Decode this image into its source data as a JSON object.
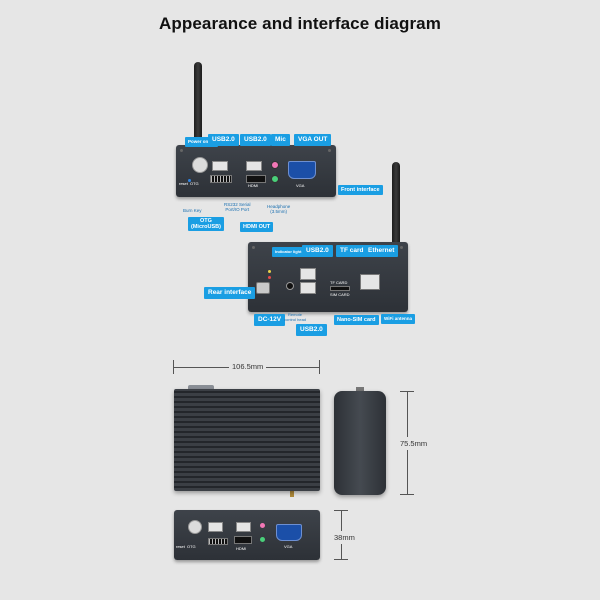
{
  "title": "Appearance and interface diagram",
  "front": {
    "tags": {
      "power_on_off": "Power on/off",
      "usb2_a": "USB2.0",
      "usb2_b": "USB2.0",
      "mic": "Mic",
      "vga_out": "VGA OUT",
      "front_interface": "Front interface",
      "otg": "OTG\n(MicroUSB)",
      "hdmi_out": "HDMI OUT"
    },
    "captions": {
      "burn_key": "Burn Key",
      "rs232": "RS232 Serial\nPort/IO Port",
      "headphone": "Headphone\n(3.5mm)",
      "vga": "VGA",
      "hdmi": "HDMI",
      "otg": "OTG",
      "reset": "reset"
    }
  },
  "rear": {
    "tags": {
      "usb2_top": "USB2.0",
      "tf_card": "TF card",
      "ethernet": "Ethernet",
      "rear_interface": "Rear interface",
      "dc12v": "DC-12V",
      "usb2_bottom": "USB2.0",
      "nano_sim": "Nano-SIM card",
      "wifi_antenna": "WiFi antenna",
      "indicator": "Indicator light"
    },
    "captions": {
      "remote": "Remote\ncontrol head",
      "tf": "TF CARD",
      "sim": "SIM CARD"
    }
  },
  "dimensions": {
    "width": "106.5mm",
    "height": "75.5mm",
    "depth": "38mm"
  },
  "colors": {
    "tag_blue": "#1a9ee3",
    "case_dark": "#33373d"
  }
}
